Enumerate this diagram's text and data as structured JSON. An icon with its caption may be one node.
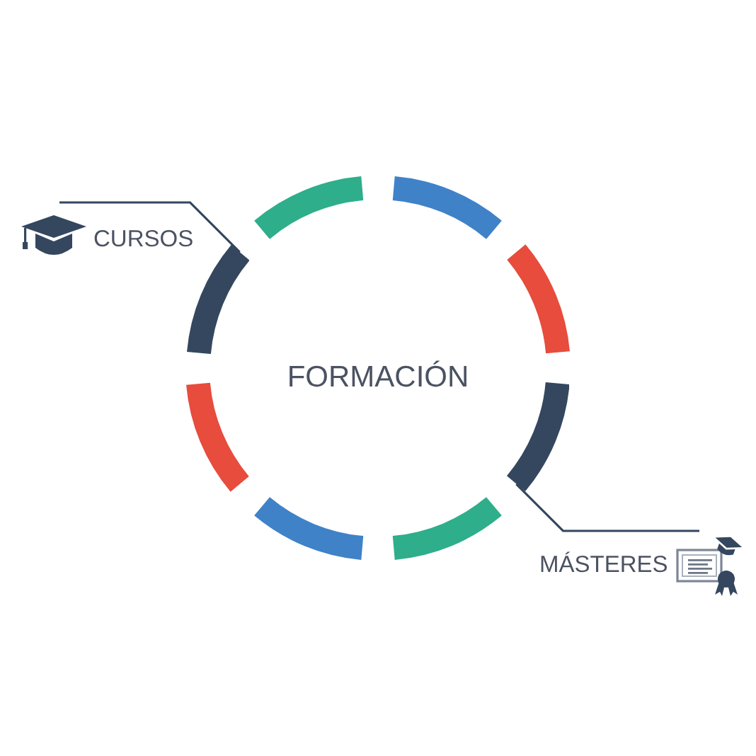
{
  "diagram": {
    "nodes": [
      {
        "text": [
          "FORMACIÓN"
        ]
      },
      {
        "text": [
          "CURSOS"
        ]
      },
      {
        "text": [
          "MÁSTERES"
        ]
      },
      {
        "text": [],
        "shape": "arc",
        "in": 0
      },
      {
        "text": [],
        "shape": "arc",
        "in": 0
      }
    ],
    "edges": [
      {
        "from": 1,
        "to": 3,
        "arrow": "none"
      },
      {
        "from": 2,
        "to": 4,
        "arrow": "none"
      }
    ]
  }
}
